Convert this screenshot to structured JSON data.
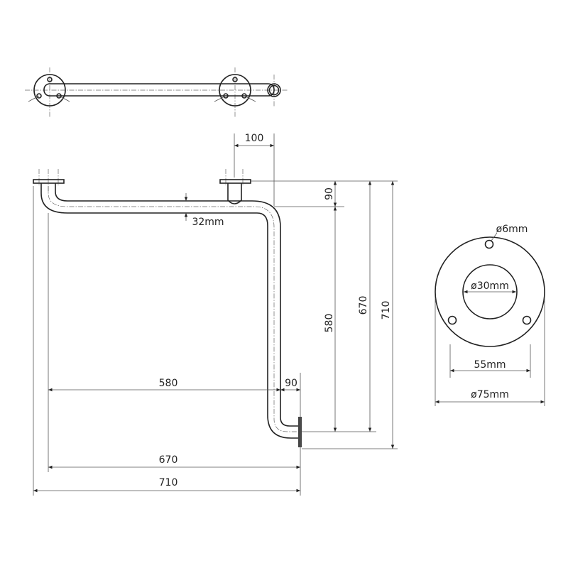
{
  "title": "Corner grab bar technical drawing",
  "dimensions": {
    "d100": "100",
    "d90_vertical": "90",
    "d580_vertical": "580",
    "d670_vertical": "670",
    "d710_vertical": "710",
    "d580_horizontal": "580",
    "d90_horizontal": "90",
    "d670_horizontal": "670",
    "d710_horizontal": "710",
    "tube_diameter": "32mm"
  },
  "flange": {
    "hole": "ø6mm",
    "inner": "ø30mm",
    "hole_spacing": "55mm",
    "outer": "ø75mm"
  },
  "colors": {
    "line": "#222222",
    "dimension": "#555555"
  }
}
